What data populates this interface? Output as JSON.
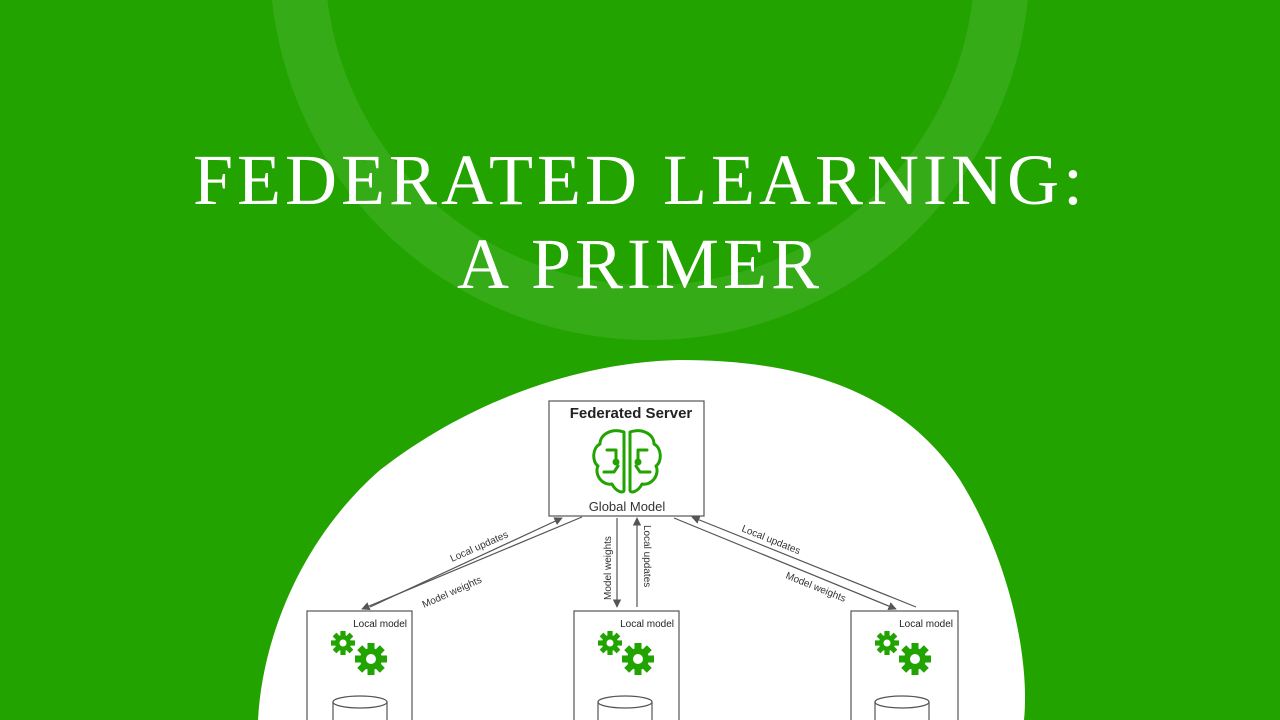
{
  "title": {
    "line1": "FEDERATED LEARNING:",
    "line2": "A PRIMER"
  },
  "colors": {
    "background": "#22a300",
    "panel": "#ffffff",
    "icon": "#21a300",
    "box_border": "#555555"
  },
  "diagram": {
    "server": {
      "title": "Federated Server",
      "subtitle": "Global Model",
      "icon": "brain-circuit-icon"
    },
    "edge_labels": {
      "local_updates": "Local updates",
      "model_weights": "Model weights"
    },
    "clients": [
      {
        "label": "Local model",
        "icon": "gears-icon",
        "storage_icon": "database-icon"
      },
      {
        "label": "Local model",
        "icon": "gears-icon",
        "storage_icon": "database-icon"
      },
      {
        "label": "Local model",
        "icon": "gears-icon",
        "storage_icon": "database-icon"
      }
    ]
  }
}
